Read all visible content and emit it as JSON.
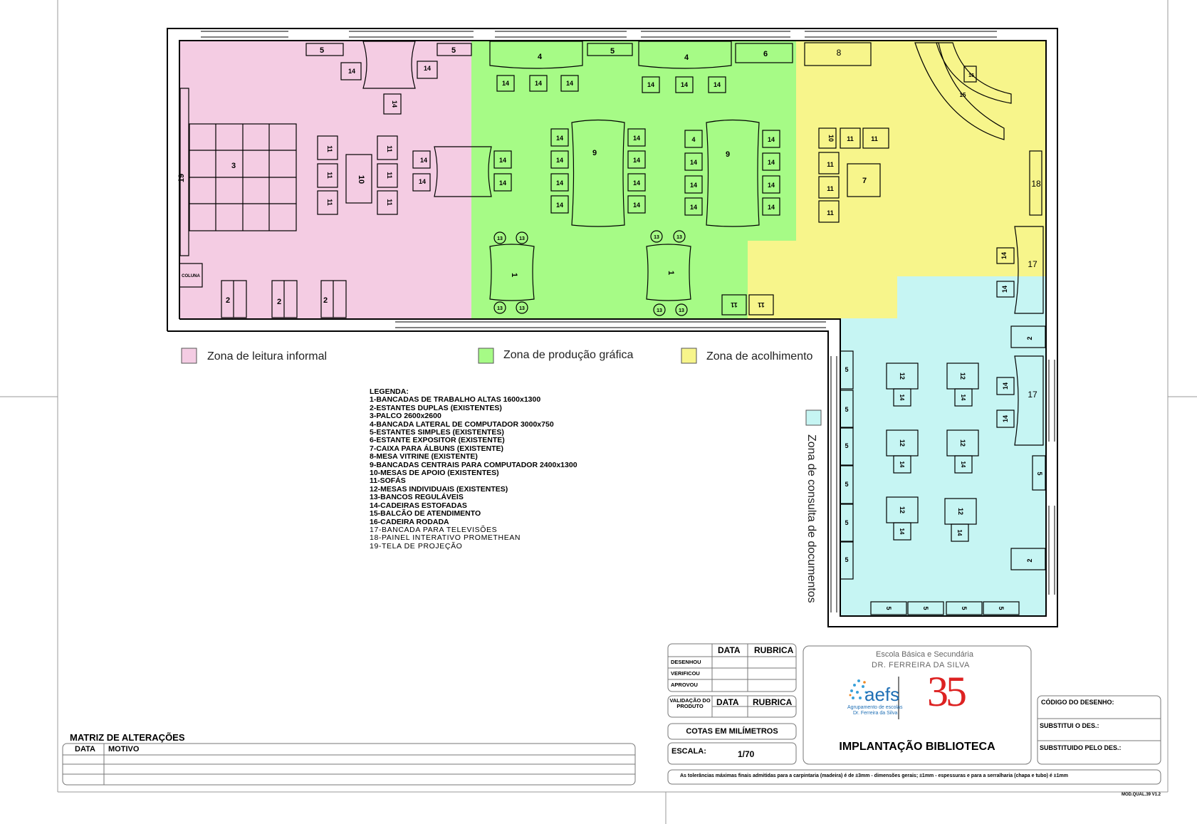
{
  "zones": [
    {
      "id": "pink",
      "label": "Zona de leitura informal",
      "color": "#F4CCE3"
    },
    {
      "id": "green",
      "label": "Zona de produção gráfica",
      "color": "#A6FB86"
    },
    {
      "id": "yellow",
      "label": "Zona de acolhimento",
      "color": "#F7F58B"
    },
    {
      "id": "cyan",
      "label": "Zona de consulta de documentos",
      "color": "#C6F5F3"
    }
  ],
  "legend": {
    "title": "LEGENDA:",
    "items": [
      "1-BANCADAS DE TRABALHO ALTAS 1600x1300",
      "2-ESTANTES DUPLAS (EXISTENTES)",
      "3-PALCO 2600x2600",
      "4-BANCADA LATERAL DE COMPUTADOR 3000x750",
      "5-ESTANTES SIMPLES (EXISTENTES)",
      "6-ESTANTE EXPOSITOR (EXISTENTE)",
      "7-CAIXA PARA ÁLBUNS (EXISTENTE)",
      "8-MESA VITRINE (EXISTENTE)",
      "9-BANCADAS CENTRAIS PARA COMPUTADOR 2400x1300",
      "10-MESAS DE APOIO (EXISTENTES)",
      "11-SOFÁS",
      "12-MESAS INDIVIDUAIS (EXISTENTES)",
      "13-BANCOS REGULÁVEIS",
      "14-CADEIRAS ESTOFADAS",
      "15-BALCÃO DE ATENDIMENTO",
      "16-CADEIRA RODADA",
      "17-BANCADA PARA TELEVISÕES",
      "18-PAINEL INTERATIVO PROMETHEAN",
      "19-TELA DE PROJEÇÃO"
    ]
  },
  "plan_labels": {
    "coluna": "COLUNA",
    "n1": "1",
    "n2": "2",
    "n3": "3",
    "n4": "4",
    "n5": "5",
    "n6": "6",
    "n7": "7",
    "n8": "8",
    "n9": "9",
    "n10": "10",
    "n11": "11",
    "n12": "12",
    "n13": "13",
    "n14": "14",
    "n15": "15",
    "n16": "16",
    "n17": "17",
    "n18": "18",
    "n19": "19"
  },
  "title_block": {
    "data": "DATA",
    "rubrica": "RUBRICA",
    "desenhou": "DESENHOU",
    "verificou": "VERIFICOU",
    "aprovou": "APROVOU",
    "validacao": "VALIDAÇÃO DO PRODUTO",
    "cotas": "COTAS EM MILÍMETROS",
    "escala_label": "ESCALA:",
    "escala_value": "1/70",
    "school_line1": "Escola Básica e Secundária",
    "school_line2": "DR. FERREIRA DA SILVA",
    "logo_text": "aefs",
    "logo_sub1": "Agrupamento de escolas",
    "logo_sub2": "Dr. Ferreira da Silva",
    "logo_35": "35",
    "drawing_title": "IMPLANTAÇÃO BIBLIOTECA",
    "codigo": "CÓDIGO DO DESENHO:",
    "substitui": "SUBSTITUI O DES.:",
    "substituido": "SUBSTITUIDO PELO DES.:",
    "tolerance": "As tolerâncias máximas finais admitidas para a carpintaria (madeira) é de ±3mm - dimensões gerais; ±1mm - espessuras e para a serralharia (chapa e tubo) é ±1mm",
    "form_code": "MOD.QUAL.39 V1.2"
  },
  "matriz": {
    "title": "MATRIZ DE ALTERAÇÕES",
    "col_data": "DATA",
    "col_motivo": "MOTIVO"
  },
  "colors": {
    "line": "#000000",
    "frame": "#999999"
  }
}
